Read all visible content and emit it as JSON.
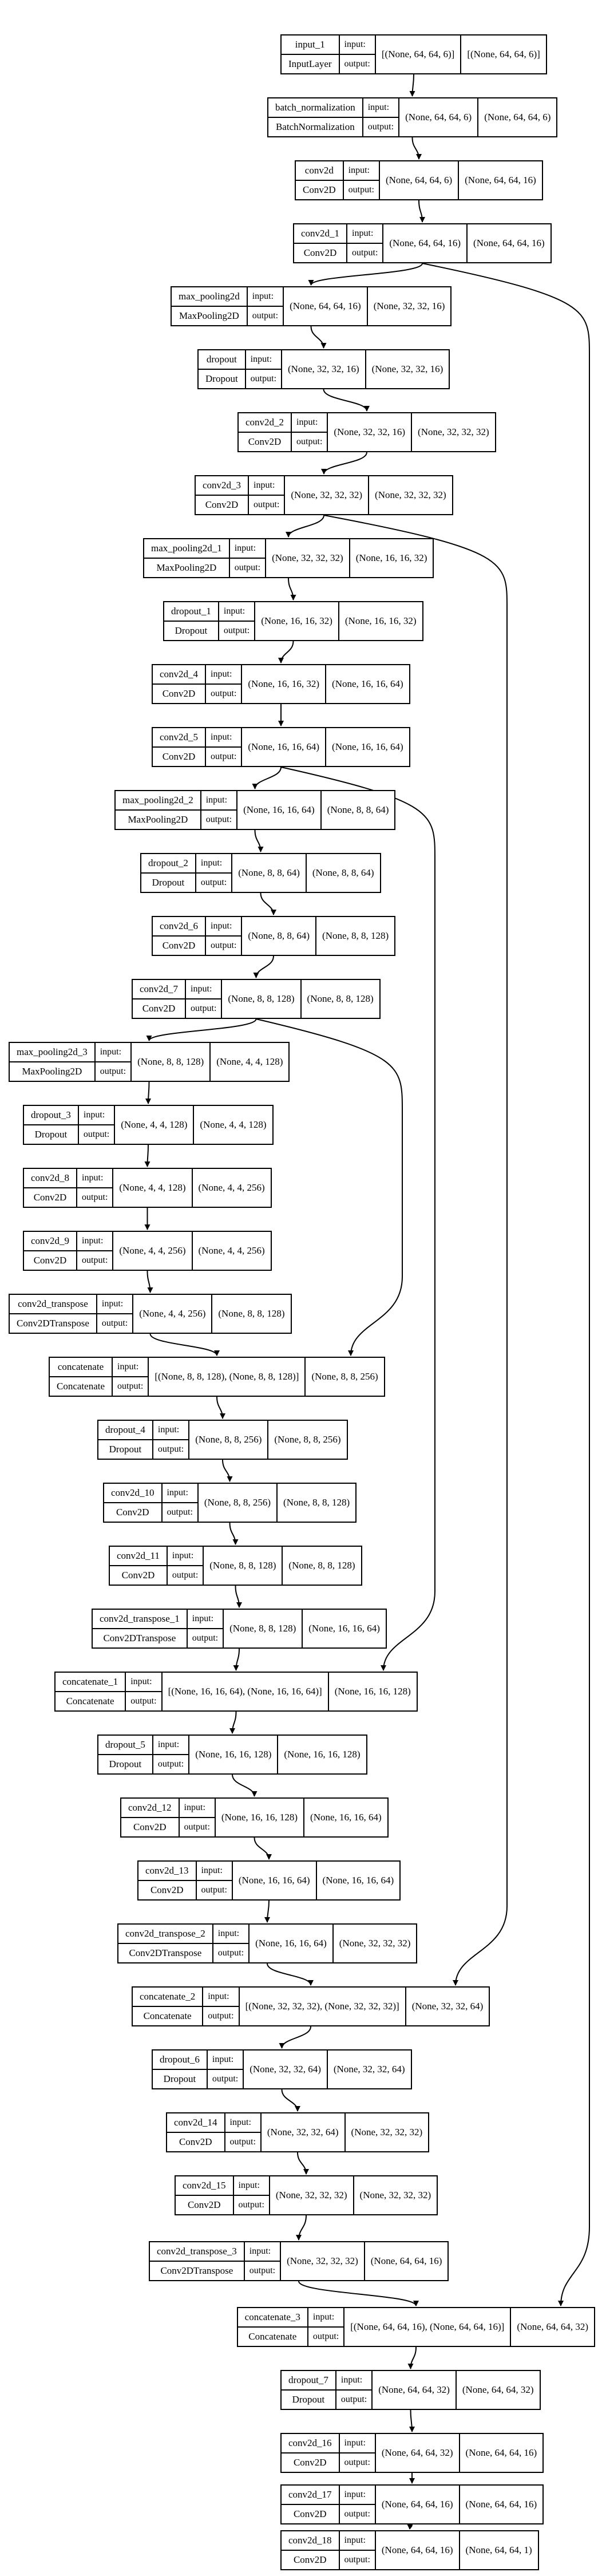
{
  "labels": {
    "input": "input:",
    "output": "output:"
  },
  "layers": [
    {
      "name": "input_1",
      "type": "InputLayer",
      "in": "[(None, 64, 64, 6)]",
      "out": "[(None, 64, 64, 6)]"
    },
    {
      "name": "batch_normalization",
      "type": "BatchNormalization",
      "in": "(None, 64, 64, 6)",
      "out": "(None, 64, 64, 6)"
    },
    {
      "name": "conv2d",
      "type": "Conv2D",
      "in": "(None, 64, 64, 6)",
      "out": "(None, 64, 64, 16)"
    },
    {
      "name": "conv2d_1",
      "type": "Conv2D",
      "in": "(None, 64, 64, 16)",
      "out": "(None, 64, 64, 16)"
    },
    {
      "name": "max_pooling2d",
      "type": "MaxPooling2D",
      "in": "(None, 64, 64, 16)",
      "out": "(None, 32, 32, 16)"
    },
    {
      "name": "dropout",
      "type": "Dropout",
      "in": "(None, 32, 32, 16)",
      "out": "(None, 32, 32, 16)"
    },
    {
      "name": "conv2d_2",
      "type": "Conv2D",
      "in": "(None, 32, 32, 16)",
      "out": "(None, 32, 32, 32)"
    },
    {
      "name": "conv2d_3",
      "type": "Conv2D",
      "in": "(None, 32, 32, 32)",
      "out": "(None, 32, 32, 32)"
    },
    {
      "name": "max_pooling2d_1",
      "type": "MaxPooling2D",
      "in": "(None, 32, 32, 32)",
      "out": "(None, 16, 16, 32)"
    },
    {
      "name": "dropout_1",
      "type": "Dropout",
      "in": "(None, 16, 16, 32)",
      "out": "(None, 16, 16, 32)"
    },
    {
      "name": "conv2d_4",
      "type": "Conv2D",
      "in": "(None, 16, 16, 32)",
      "out": "(None, 16, 16, 64)"
    },
    {
      "name": "conv2d_5",
      "type": "Conv2D",
      "in": "(None, 16, 16, 64)",
      "out": "(None, 16, 16, 64)"
    },
    {
      "name": "max_pooling2d_2",
      "type": "MaxPooling2D",
      "in": "(None, 16, 16, 64)",
      "out": "(None, 8, 8, 64)"
    },
    {
      "name": "dropout_2",
      "type": "Dropout",
      "in": "(None, 8, 8, 64)",
      "out": "(None, 8, 8, 64)"
    },
    {
      "name": "conv2d_6",
      "type": "Conv2D",
      "in": "(None, 8, 8, 64)",
      "out": "(None, 8, 8, 128)"
    },
    {
      "name": "conv2d_7",
      "type": "Conv2D",
      "in": "(None, 8, 8, 128)",
      "out": "(None, 8, 8, 128)"
    },
    {
      "name": "max_pooling2d_3",
      "type": "MaxPooling2D",
      "in": "(None, 8, 8, 128)",
      "out": "(None, 4, 4, 128)"
    },
    {
      "name": "dropout_3",
      "type": "Dropout",
      "in": "(None, 4, 4, 128)",
      "out": "(None, 4, 4, 128)"
    },
    {
      "name": "conv2d_8",
      "type": "Conv2D",
      "in": "(None, 4, 4, 128)",
      "out": "(None, 4, 4, 256)"
    },
    {
      "name": "conv2d_9",
      "type": "Conv2D",
      "in": "(None, 4, 4, 256)",
      "out": "(None, 4, 4, 256)"
    },
    {
      "name": "conv2d_transpose",
      "type": "Conv2DTranspose",
      "in": "(None, 4, 4, 256)",
      "out": "(None, 8, 8, 128)"
    },
    {
      "name": "concatenate",
      "type": "Concatenate",
      "in": "[(None, 8, 8, 128), (None, 8, 8, 128)]",
      "out": "(None, 8, 8, 256)"
    },
    {
      "name": "dropout_4",
      "type": "Dropout",
      "in": "(None, 8, 8, 256)",
      "out": "(None, 8, 8, 256)"
    },
    {
      "name": "conv2d_10",
      "type": "Conv2D",
      "in": "(None, 8, 8, 256)",
      "out": "(None, 8, 8, 128)"
    },
    {
      "name": "conv2d_11",
      "type": "Conv2D",
      "in": "(None, 8, 8, 128)",
      "out": "(None, 8, 8, 128)"
    },
    {
      "name": "conv2d_transpose_1",
      "type": "Conv2DTranspose",
      "in": "(None, 8, 8, 128)",
      "out": "(None, 16, 16, 64)"
    },
    {
      "name": "concatenate_1",
      "type": "Concatenate",
      "in": "[(None, 16, 16, 64), (None, 16, 16, 64)]",
      "out": "(None, 16, 16, 128)"
    },
    {
      "name": "dropout_5",
      "type": "Dropout",
      "in": "(None, 16, 16, 128)",
      "out": "(None, 16, 16, 128)"
    },
    {
      "name": "conv2d_12",
      "type": "Conv2D",
      "in": "(None, 16, 16, 128)",
      "out": "(None, 16, 16, 64)"
    },
    {
      "name": "conv2d_13",
      "type": "Conv2D",
      "in": "(None, 16, 16, 64)",
      "out": "(None, 16, 16, 64)"
    },
    {
      "name": "conv2d_transpose_2",
      "type": "Conv2DTranspose",
      "in": "(None, 16, 16, 64)",
      "out": "(None, 32, 32, 32)"
    },
    {
      "name": "concatenate_2",
      "type": "Concatenate",
      "in": "[(None, 32, 32, 32), (None, 32, 32, 32)]",
      "out": "(None, 32, 32, 64)"
    },
    {
      "name": "dropout_6",
      "type": "Dropout",
      "in": "(None, 32, 32, 64)",
      "out": "(None, 32, 32, 64)"
    },
    {
      "name": "conv2d_14",
      "type": "Conv2D",
      "in": "(None, 32, 32, 64)",
      "out": "(None, 32, 32, 32)"
    },
    {
      "name": "conv2d_15",
      "type": "Conv2D",
      "in": "(None, 32, 32, 32)",
      "out": "(None, 32, 32, 32)"
    },
    {
      "name": "conv2d_transpose_3",
      "type": "Conv2DTranspose",
      "in": "(None, 32, 32, 32)",
      "out": "(None, 64, 64, 16)"
    },
    {
      "name": "concatenate_3",
      "type": "Concatenate",
      "in": "[(None, 64, 64, 16), (None, 64, 64, 16)]",
      "out": "(None, 64, 64, 32)"
    },
    {
      "name": "dropout_7",
      "type": "Dropout",
      "in": "(None, 64, 64, 32)",
      "out": "(None, 64, 64, 32)"
    },
    {
      "name": "conv2d_16",
      "type": "Conv2D",
      "in": "(None, 64, 64, 32)",
      "out": "(None, 64, 64, 16)"
    },
    {
      "name": "conv2d_17",
      "type": "Conv2D",
      "in": "(None, 64, 64, 16)",
      "out": "(None, 64, 64, 16)"
    },
    {
      "name": "conv2d_18",
      "type": "Conv2D",
      "in": "(None, 64, 64, 16)",
      "out": "(None, 64, 64, 1)"
    }
  ],
  "edges": [
    [
      "input_1",
      "batch_normalization"
    ],
    [
      "batch_normalization",
      "conv2d"
    ],
    [
      "conv2d",
      "conv2d_1"
    ],
    [
      "conv2d_1",
      "max_pooling2d"
    ],
    [
      "max_pooling2d",
      "dropout"
    ],
    [
      "dropout",
      "conv2d_2"
    ],
    [
      "conv2d_2",
      "conv2d_3"
    ],
    [
      "conv2d_3",
      "max_pooling2d_1"
    ],
    [
      "max_pooling2d_1",
      "dropout_1"
    ],
    [
      "dropout_1",
      "conv2d_4"
    ],
    [
      "conv2d_4",
      "conv2d_5"
    ],
    [
      "conv2d_5",
      "max_pooling2d_2"
    ],
    [
      "max_pooling2d_2",
      "dropout_2"
    ],
    [
      "dropout_2",
      "conv2d_6"
    ],
    [
      "conv2d_6",
      "conv2d_7"
    ],
    [
      "conv2d_7",
      "max_pooling2d_3"
    ],
    [
      "max_pooling2d_3",
      "dropout_3"
    ],
    [
      "dropout_3",
      "conv2d_8"
    ],
    [
      "conv2d_8",
      "conv2d_9"
    ],
    [
      "conv2d_9",
      "conv2d_transpose"
    ],
    [
      "conv2d_transpose",
      "concatenate"
    ],
    [
      "conv2d_7",
      "concatenate"
    ],
    [
      "concatenate",
      "dropout_4"
    ],
    [
      "dropout_4",
      "conv2d_10"
    ],
    [
      "conv2d_10",
      "conv2d_11"
    ],
    [
      "conv2d_11",
      "conv2d_transpose_1"
    ],
    [
      "conv2d_transpose_1",
      "concatenate_1"
    ],
    [
      "conv2d_5",
      "concatenate_1"
    ],
    [
      "concatenate_1",
      "dropout_5"
    ],
    [
      "dropout_5",
      "conv2d_12"
    ],
    [
      "conv2d_12",
      "conv2d_13"
    ],
    [
      "conv2d_13",
      "conv2d_transpose_2"
    ],
    [
      "conv2d_transpose_2",
      "concatenate_2"
    ],
    [
      "conv2d_3",
      "concatenate_2"
    ],
    [
      "concatenate_2",
      "dropout_6"
    ],
    [
      "dropout_6",
      "conv2d_14"
    ],
    [
      "conv2d_14",
      "conv2d_15"
    ],
    [
      "conv2d_15",
      "conv2d_transpose_3"
    ],
    [
      "conv2d_transpose_3",
      "concatenate_3"
    ],
    [
      "conv2d_1",
      "concatenate_3"
    ],
    [
      "concatenate_3",
      "dropout_7"
    ],
    [
      "dropout_7",
      "conv2d_16"
    ],
    [
      "conv2d_16",
      "conv2d_17"
    ],
    [
      "conv2d_17",
      "conv2d_18"
    ]
  ]
}
